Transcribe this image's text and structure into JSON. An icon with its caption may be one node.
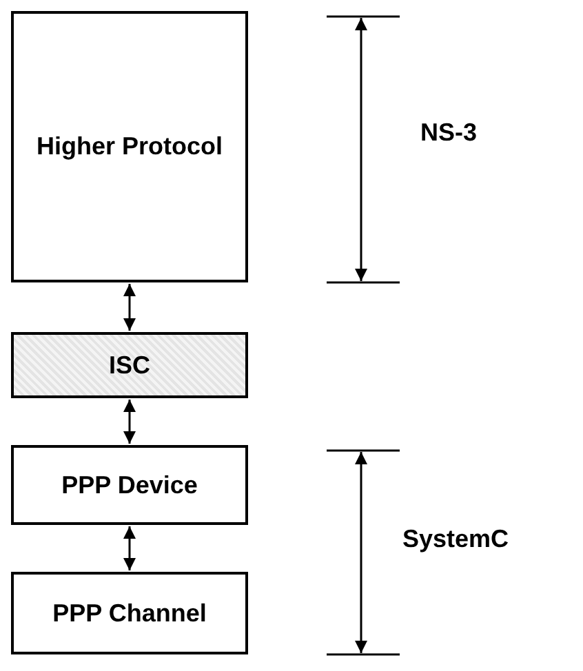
{
  "diagram": {
    "nodes": [
      {
        "text": [
          "Higher Protocol"
        ]
      },
      {
        "text": [
          "ISC"
        ]
      },
      {
        "text": [
          "PPP Device"
        ]
      },
      {
        "text": [
          "PPP Channel"
        ]
      }
    ],
    "edges": [
      {
        "from": 0,
        "to": 1,
        "arrow": "both"
      },
      {
        "from": 1,
        "to": 2,
        "arrow": "both"
      },
      {
        "from": 2,
        "to": 3,
        "arrow": "both"
      }
    ],
    "labels": [
      "NS-3",
      "SystemC"
    ]
  }
}
